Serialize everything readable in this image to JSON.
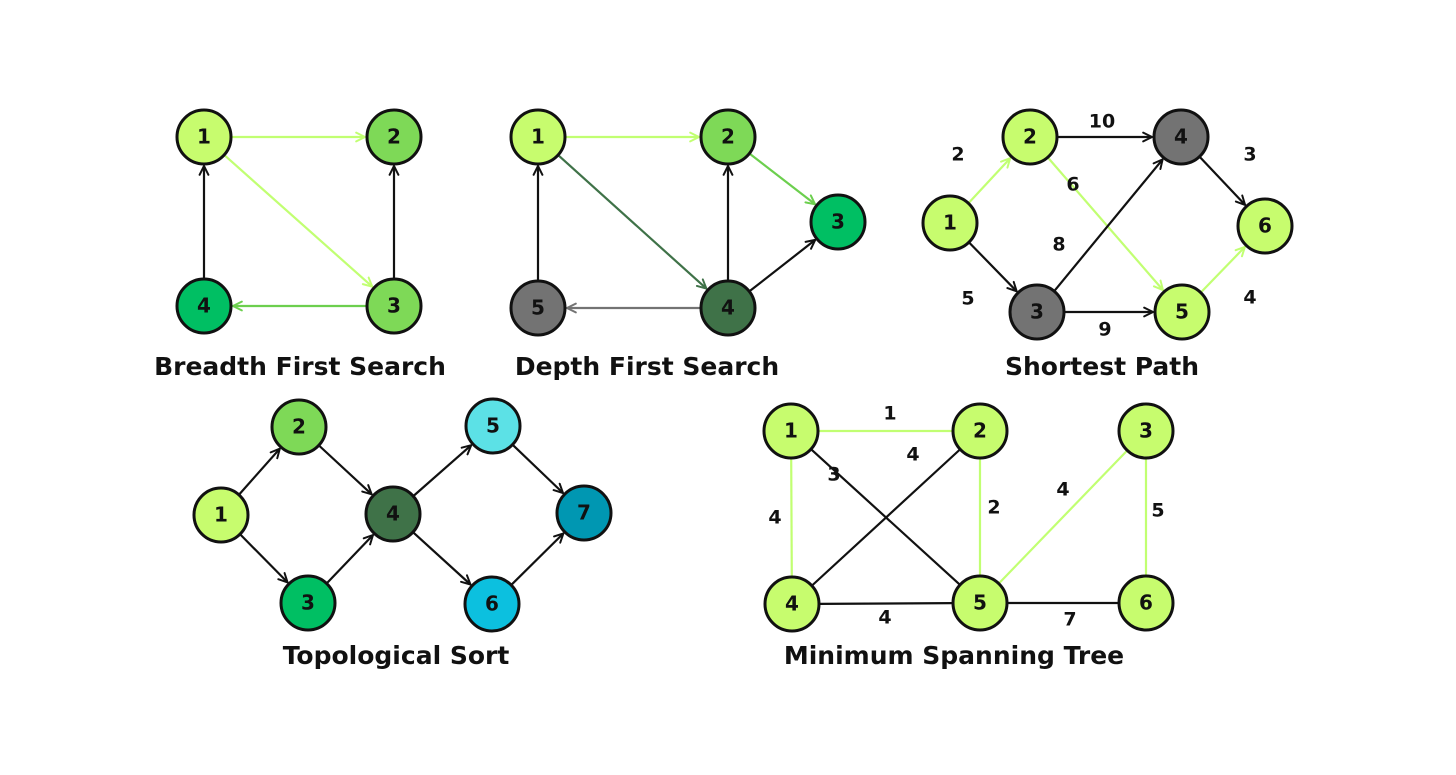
{
  "colors": {
    "lime": "#c7fc6e",
    "light_green": "#7ed957",
    "green": "#00bf63",
    "dark_green": "#3f7248",
    "gray": "#737373",
    "cyan_light": "#5ce1e6",
    "cyan": "#0cc0df",
    "teal": "#0097b2",
    "black": "#111111",
    "edge_lime": "#c1ff72",
    "edge_green": "#6ccf4e",
    "edge_dark_green": "#3f7248",
    "edge_gray": "#737373"
  },
  "diagrams": [
    {
      "title": "Breadth First Search",
      "nodes": [
        {
          "label": "1",
          "color": "lime"
        },
        {
          "label": "2",
          "color": "light_green"
        },
        {
          "label": "3",
          "color": "light_green"
        },
        {
          "label": "4",
          "color": "green"
        }
      ],
      "edges": [
        {
          "from": "1",
          "to": "2",
          "directed": true,
          "color": "edge_lime",
          "weight": ""
        },
        {
          "from": "1",
          "to": "3",
          "directed": true,
          "color": "edge_lime",
          "weight": ""
        },
        {
          "from": "3",
          "to": "2",
          "directed": true,
          "color": "black",
          "weight": ""
        },
        {
          "from": "3",
          "to": "4",
          "directed": true,
          "color": "edge_green",
          "weight": ""
        },
        {
          "from": "4",
          "to": "1",
          "directed": true,
          "color": "black",
          "weight": ""
        }
      ]
    },
    {
      "title": "Depth First Search",
      "nodes": [
        {
          "label": "1",
          "color": "lime"
        },
        {
          "label": "2",
          "color": "light_green"
        },
        {
          "label": "3",
          "color": "green"
        },
        {
          "label": "4",
          "color": "dark_green"
        },
        {
          "label": "5",
          "color": "gray"
        }
      ],
      "edges": [
        {
          "from": "1",
          "to": "2",
          "directed": true,
          "color": "edge_lime",
          "weight": ""
        },
        {
          "from": "2",
          "to": "3",
          "directed": true,
          "color": "edge_green",
          "weight": ""
        },
        {
          "from": "1",
          "to": "4",
          "directed": true,
          "color": "edge_dark_green",
          "weight": ""
        },
        {
          "from": "4",
          "to": "2",
          "directed": true,
          "color": "black",
          "weight": ""
        },
        {
          "from": "4",
          "to": "3",
          "directed": true,
          "color": "black",
          "weight": ""
        },
        {
          "from": "4",
          "to": "5",
          "directed": true,
          "color": "edge_gray",
          "weight": ""
        },
        {
          "from": "5",
          "to": "1",
          "directed": true,
          "color": "black",
          "weight": ""
        }
      ]
    },
    {
      "title": "Shortest Path",
      "nodes": [
        {
          "label": "1",
          "color": "lime"
        },
        {
          "label": "2",
          "color": "lime"
        },
        {
          "label": "3",
          "color": "gray"
        },
        {
          "label": "4",
          "color": "gray"
        },
        {
          "label": "5",
          "color": "lime"
        },
        {
          "label": "6",
          "color": "lime"
        }
      ],
      "edges": [
        {
          "from": "1",
          "to": "2",
          "directed": true,
          "color": "edge_lime",
          "weight": "2"
        },
        {
          "from": "1",
          "to": "3",
          "directed": true,
          "color": "black",
          "weight": "5"
        },
        {
          "from": "2",
          "to": "4",
          "directed": true,
          "color": "black",
          "weight": "10"
        },
        {
          "from": "2",
          "to": "5",
          "directed": true,
          "color": "edge_lime",
          "weight": "6"
        },
        {
          "from": "3",
          "to": "4",
          "directed": true,
          "color": "black",
          "weight": "8"
        },
        {
          "from": "3",
          "to": "5",
          "directed": true,
          "color": "black",
          "weight": "9"
        },
        {
          "from": "4",
          "to": "6",
          "directed": true,
          "color": "black",
          "weight": "3"
        },
        {
          "from": "5",
          "to": "6",
          "directed": true,
          "color": "edge_lime",
          "weight": "4"
        }
      ]
    },
    {
      "title": "Topological Sort",
      "nodes": [
        {
          "label": "1",
          "color": "lime"
        },
        {
          "label": "2",
          "color": "light_green"
        },
        {
          "label": "3",
          "color": "green"
        },
        {
          "label": "4",
          "color": "dark_green"
        },
        {
          "label": "5",
          "color": "cyan_light"
        },
        {
          "label": "6",
          "color": "cyan"
        },
        {
          "label": "7",
          "color": "teal"
        }
      ],
      "edges": [
        {
          "from": "1",
          "to": "2",
          "directed": true,
          "color": "black",
          "weight": ""
        },
        {
          "from": "1",
          "to": "3",
          "directed": true,
          "color": "black",
          "weight": ""
        },
        {
          "from": "2",
          "to": "4",
          "directed": true,
          "color": "black",
          "weight": ""
        },
        {
          "from": "3",
          "to": "4",
          "directed": true,
          "color": "black",
          "weight": ""
        },
        {
          "from": "4",
          "to": "5",
          "directed": true,
          "color": "black",
          "weight": ""
        },
        {
          "from": "4",
          "to": "6",
          "directed": true,
          "color": "black",
          "weight": ""
        },
        {
          "from": "5",
          "to": "7",
          "directed": true,
          "color": "black",
          "weight": ""
        },
        {
          "from": "6",
          "to": "7",
          "directed": true,
          "color": "black",
          "weight": ""
        }
      ]
    },
    {
      "title": "Minimum Spanning Tree",
      "nodes": [
        {
          "label": "1",
          "color": "lime"
        },
        {
          "label": "2",
          "color": "lime"
        },
        {
          "label": "3",
          "color": "lime"
        },
        {
          "label": "4",
          "color": "lime"
        },
        {
          "label": "5",
          "color": "lime"
        },
        {
          "label": "6",
          "color": "lime"
        }
      ],
      "edges": [
        {
          "from": "1",
          "to": "2",
          "directed": false,
          "color": "edge_lime",
          "weight": "1"
        },
        {
          "from": "1",
          "to": "4",
          "directed": false,
          "color": "edge_lime",
          "weight": "4"
        },
        {
          "from": "1",
          "to": "5",
          "directed": false,
          "color": "black",
          "weight": "3"
        },
        {
          "from": "2",
          "to": "4",
          "directed": false,
          "color": "black",
          "weight": "4"
        },
        {
          "from": "2",
          "to": "5",
          "directed": false,
          "color": "edge_lime",
          "weight": "2"
        },
        {
          "from": "4",
          "to": "5",
          "directed": false,
          "color": "black",
          "weight": "4"
        },
        {
          "from": "5",
          "to": "3",
          "directed": false,
          "color": "edge_lime",
          "weight": "4"
        },
        {
          "from": "3",
          "to": "6",
          "directed": false,
          "color": "edge_lime",
          "weight": "5"
        },
        {
          "from": "5",
          "to": "6",
          "directed": false,
          "color": "black",
          "weight": "7"
        }
      ]
    }
  ]
}
